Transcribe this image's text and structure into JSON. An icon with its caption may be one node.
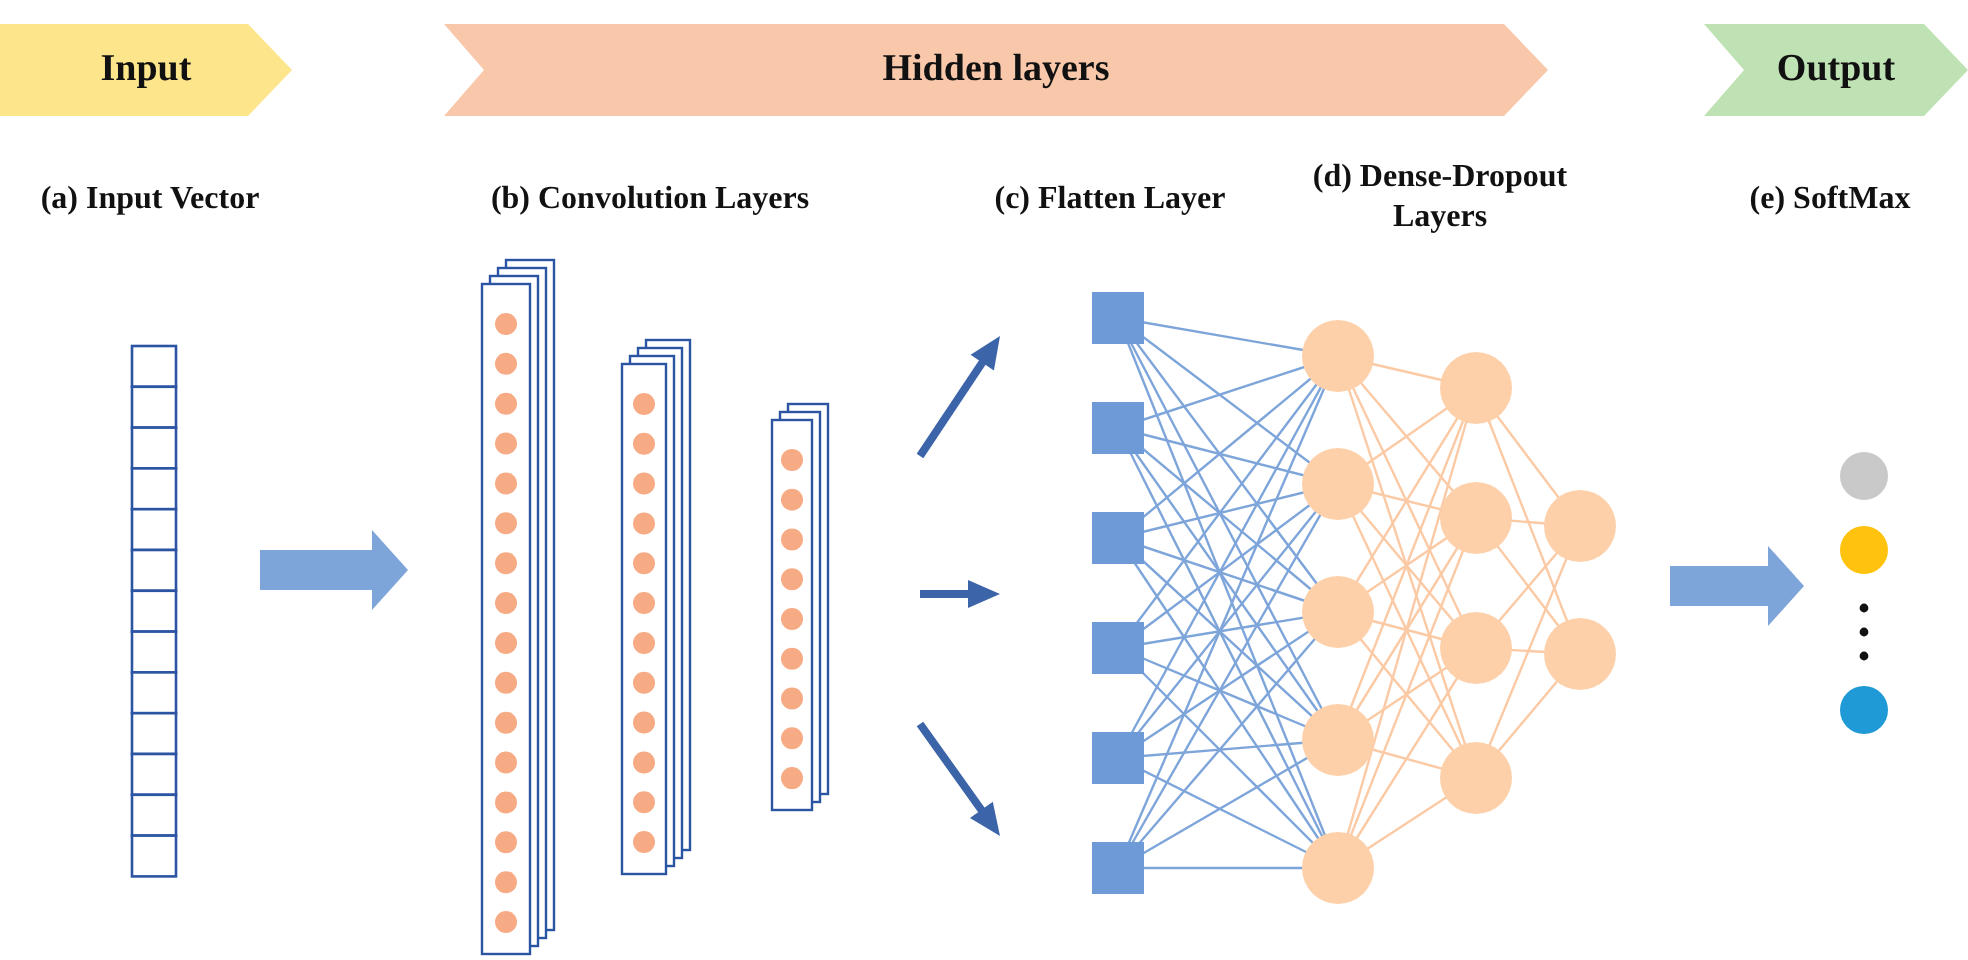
{
  "diagram": {
    "nodes": [
      {
        "text": [
          "Input"
        ]
      },
      {
        "text": [
          "Hidden layers"
        ]
      },
      {
        "text": [
          "Output"
        ]
      }
    ],
    "edges": [],
    "labels": [
      "(a) Input Vector",
      "(b) Convolution Layers",
      "(c) Flatten Layer",
      "(d) Dense-Dropout Layers",
      "(e) SoftMax"
    ]
  }
}
